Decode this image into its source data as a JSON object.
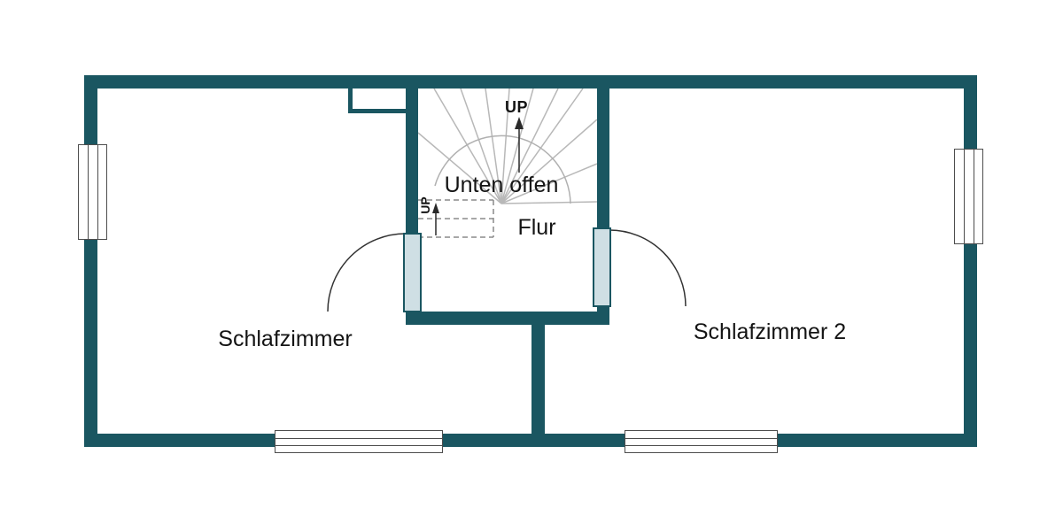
{
  "plan": {
    "rooms": {
      "schlafzimmer": "Schlafzimmer",
      "schlafzimmer2": "Schlafzimmer 2",
      "flur": "Flur"
    },
    "stairs": {
      "up_top": "UP",
      "up_side": "UP",
      "open_below": "Unten offen"
    },
    "colors": {
      "wall": "#1a5661",
      "door_leaf": "#cfdfe4",
      "stair_line": "#b8b8b8",
      "text": "#141414"
    }
  }
}
